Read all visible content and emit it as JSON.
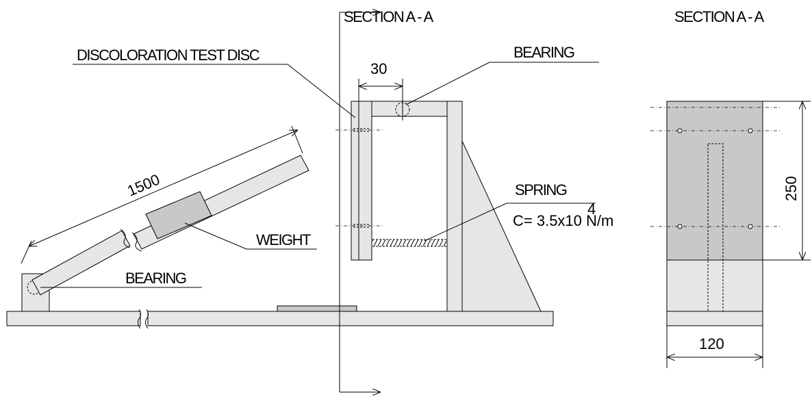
{
  "labels": {
    "section_left": "SECTION  A - A",
    "section_right": "SECTION  A - A",
    "disc": "DISCOLORATION TEST DISC",
    "bearing_top": "BEARING",
    "bearing_bottom": "BEARING",
    "weight": "WEIGHT",
    "spring": "SPRING",
    "spring_constant": "C= 3.5x10  N/m",
    "spring_exponent": "4"
  },
  "dimensions": {
    "arm_length": "1500",
    "gap": "30",
    "height": "250",
    "width": "120"
  }
}
